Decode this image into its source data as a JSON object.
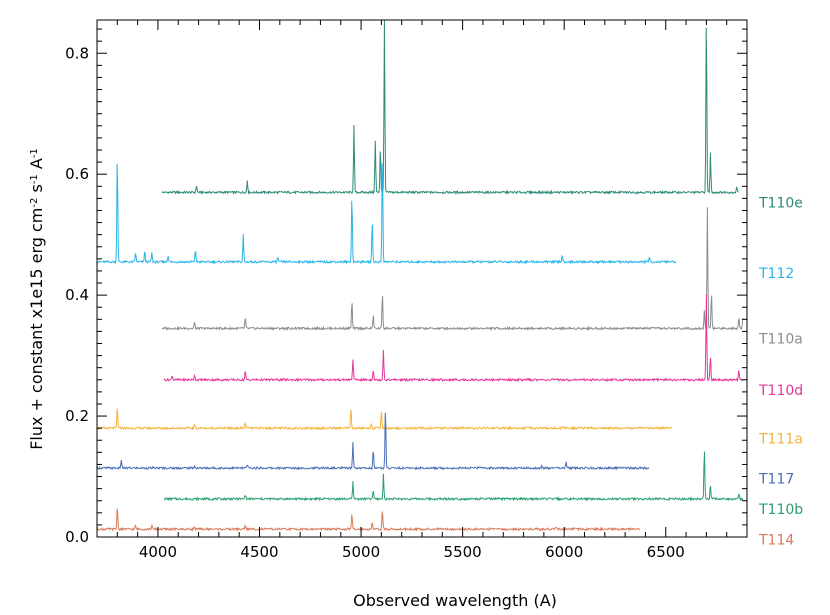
{
  "chart_data": {
    "type": "line",
    "title": "",
    "xlabel": "Observed wavelength (A)",
    "ylabel": "Flux + constant x1e15 erg cm",
    "ylabel_parts": [
      "Flux + constant x1e15 erg cm",
      "-2",
      " s",
      "-1",
      " A",
      "-1"
    ],
    "xlim": [
      3700,
      6900
    ],
    "ylim": [
      0,
      0.855
    ],
    "xticks": [
      4000,
      4500,
      5000,
      5500,
      6000,
      6500
    ],
    "xtick_labels": [
      "4000",
      "4500",
      "5000",
      "5500",
      "6000",
      "6500"
    ],
    "yticks": [
      0.0,
      0.2,
      0.4,
      0.6,
      0.8
    ],
    "ytick_labels": [
      "0.0",
      "0.2",
      "0.4",
      "0.6",
      "0.8"
    ],
    "grid": false,
    "legend_placement": "right (labels beside each spectrum)",
    "series": [
      {
        "name": "T110e",
        "color": "#2e8b7a",
        "x_range": [
          4020,
          6860
        ],
        "baseline": 0.57,
        "lines": [
          [
            4190,
            0.012
          ],
          [
            4440,
            0.02
          ],
          [
            4965,
            0.11
          ],
          [
            5070,
            0.085
          ],
          [
            5095,
            0.075
          ],
          [
            5115,
            0.29
          ],
          [
            6700,
            0.3
          ],
          [
            6720,
            0.065
          ],
          [
            6850,
            0.01
          ]
        ],
        "label_y": 0.553
      },
      {
        "name": "T112",
        "color": "#29b5e8",
        "x_range": [
          3700,
          6550
        ],
        "baseline": 0.455,
        "lines": [
          [
            3800,
            0.18
          ],
          [
            3890,
            0.015
          ],
          [
            3935,
            0.018
          ],
          [
            3970,
            0.015
          ],
          [
            4050,
            0.012
          ],
          [
            4185,
            0.02
          ],
          [
            4420,
            0.045
          ],
          [
            4590,
            0.008
          ],
          [
            4955,
            0.112
          ],
          [
            5055,
            0.07
          ],
          [
            5105,
            0.18
          ],
          [
            5990,
            0.012
          ],
          [
            6420,
            0.008
          ]
        ],
        "label_y": 0.437
      },
      {
        "name": "T110a",
        "color": "#8c8c8c",
        "x_range": [
          4020,
          6880
        ],
        "baseline": 0.345,
        "lines": [
          [
            4180,
            0.01
          ],
          [
            4430,
            0.018
          ],
          [
            4955,
            0.045
          ],
          [
            5060,
            0.022
          ],
          [
            5105,
            0.06
          ],
          [
            6690,
            0.03
          ],
          [
            6705,
            0.2
          ],
          [
            6725,
            0.06
          ],
          [
            6860,
            0.02
          ],
          [
            6880,
            0.02
          ]
        ],
        "label_y": 0.328
      },
      {
        "name": "T110d",
        "color": "#e8359a",
        "x_range": [
          4030,
          6880
        ],
        "baseline": 0.26,
        "lines": [
          [
            4070,
            0.008
          ],
          [
            4180,
            0.008
          ],
          [
            4430,
            0.015
          ],
          [
            4960,
            0.035
          ],
          [
            5060,
            0.018
          ],
          [
            5110,
            0.05
          ],
          [
            6700,
            0.14
          ],
          [
            6720,
            0.04
          ],
          [
            6860,
            0.015
          ]
        ],
        "label_y": 0.243
      },
      {
        "name": "T111a",
        "color": "#f3b43c",
        "x_range": [
          3700,
          6530
        ],
        "baseline": 0.18,
        "lines": [
          [
            3800,
            0.035
          ],
          [
            4180,
            0.006
          ],
          [
            4430,
            0.01
          ],
          [
            4950,
            0.032
          ],
          [
            5050,
            0.008
          ],
          [
            5100,
            0.03
          ],
          [
            5990,
            0.004
          ]
        ],
        "label_y": 0.163
      },
      {
        "name": "T117",
        "color": "#4a6fb5",
        "x_range": [
          3700,
          6420
        ],
        "baseline": 0.114,
        "lines": [
          [
            3820,
            0.014
          ],
          [
            4180,
            0.004
          ],
          [
            4440,
            0.006
          ],
          [
            4960,
            0.042
          ],
          [
            5060,
            0.03
          ],
          [
            5120,
            0.102
          ],
          [
            5580,
            0.003
          ],
          [
            5890,
            0.003
          ],
          [
            6010,
            0.01
          ]
        ],
        "label_y": 0.097
      },
      {
        "name": "T110b",
        "color": "#2aa06e",
        "x_range": [
          4030,
          6880
        ],
        "baseline": 0.063,
        "lines": [
          [
            4430,
            0.008
          ],
          [
            4960,
            0.028
          ],
          [
            5060,
            0.015
          ],
          [
            5110,
            0.04
          ],
          [
            6690,
            0.085
          ],
          [
            6720,
            0.025
          ],
          [
            6860,
            0.01
          ]
        ],
        "label_y": 0.046
      },
      {
        "name": "T114",
        "color": "#d97a5a",
        "x_range": [
          3700,
          6370
        ],
        "baseline": 0.013,
        "lines": [
          [
            3800,
            0.038
          ],
          [
            3890,
            0.006
          ],
          [
            3970,
            0.006
          ],
          [
            4180,
            0.004
          ],
          [
            4430,
            0.008
          ],
          [
            4955,
            0.025
          ],
          [
            5055,
            0.012
          ],
          [
            5105,
            0.032
          ],
          [
            5960,
            0.003
          ]
        ],
        "label_y": -0.004
      }
    ]
  }
}
